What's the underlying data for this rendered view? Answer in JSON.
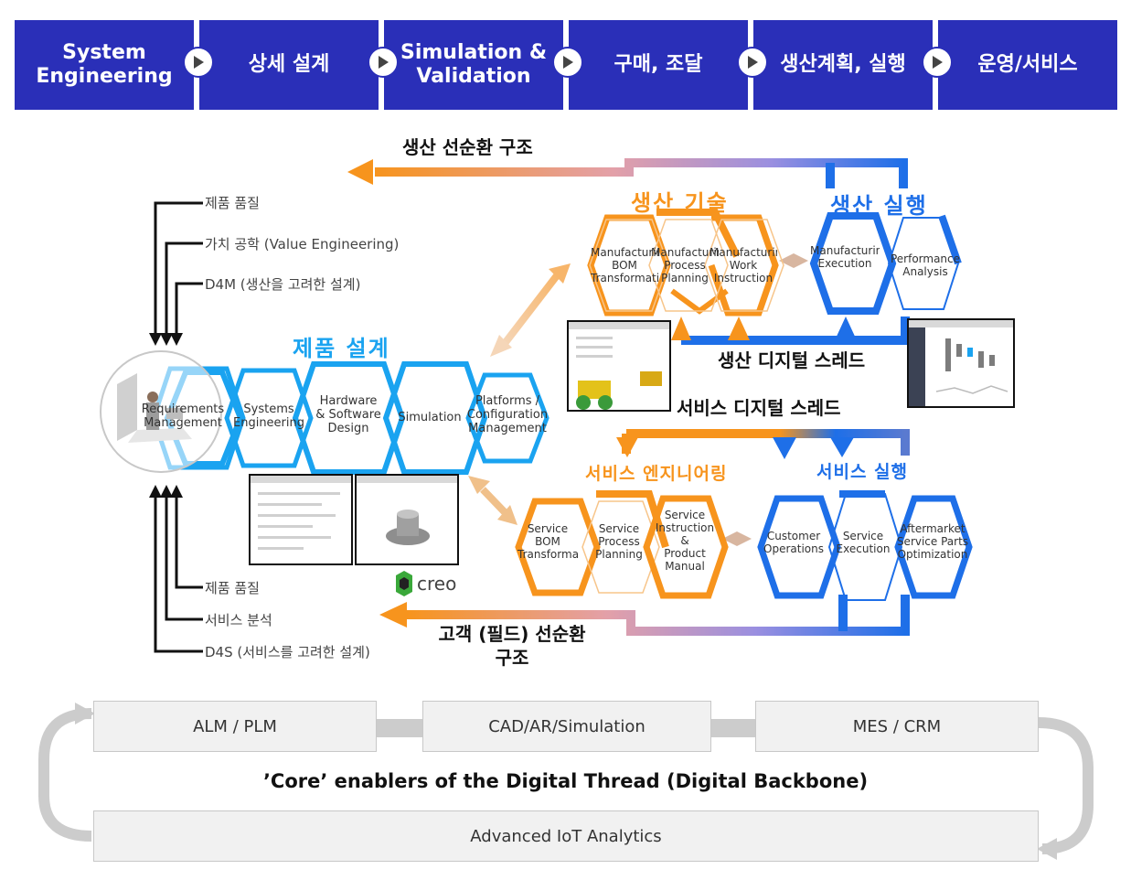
{
  "phases": [
    {
      "label": "System\nEngineering"
    },
    {
      "label": "상세 설계"
    },
    {
      "label": "Simulation &\nValidation"
    },
    {
      "label": "구매, 조달"
    },
    {
      "label": "생산계획, 실행"
    },
    {
      "label": "운영/서비스"
    }
  ],
  "loops": {
    "production_loop": "생산 선순환 구조",
    "customer_loop": "고객 (필드) 선순환\n구조"
  },
  "design_inputs": {
    "top": [
      "제품 품질",
      "가치 공학 (Value Engineering)",
      "D4M (생산을 고려한 설계)"
    ],
    "bottom": [
      "제품 품질",
      "서비스 분석",
      "D4S (서비스를 고려한 설계)"
    ]
  },
  "product_design": {
    "title": "제품 설계",
    "hexes": [
      "Requirements\nManagement",
      "Systems\nEngineering",
      "Hardware\n& Software\nDesign",
      "Simulation",
      "Platforms /\nConfiguration\nManagement"
    ]
  },
  "production_tech": {
    "title": "생산 기술",
    "hexes": [
      "Manufacturing\nBOM\nTransformation",
      "Manufacturing\nProcess\nPlanning",
      "Manufacturing\nWork\nInstruction"
    ]
  },
  "production_exec": {
    "title": "생산 실행",
    "hexes": [
      "Manufacturing\nExecution",
      "Performance\nAnalysis"
    ]
  },
  "service_eng": {
    "title": "서비스 엔지니어링",
    "hexes": [
      "Service\nBOM\nTransformation",
      "Service\nProcess\nPlanning",
      "Service\nInstruction\n&\nProduct\nManual"
    ]
  },
  "service_exec": {
    "title": "서비스 실행",
    "hexes": [
      "Customer\nOperations",
      "Service\nExecution",
      "Aftermarket\nService Parts\nOptimization"
    ]
  },
  "threads": {
    "production": "생산 디지털 스레드",
    "service": "서비스 디지털 스레드"
  },
  "logo": "creo",
  "backbone": {
    "boxes": [
      "ALM / PLM",
      "CAD/AR/Simulation",
      "MES / CRM"
    ],
    "caption": "’Core’ enablers of the Digital Thread (Digital Backbone)",
    "bottom_box": "Advanced IoT Analytics"
  },
  "colors": {
    "phase_bg": "#2a2fb8",
    "orange": "#f7941d",
    "blue": "#1e6fe8",
    "cyan": "#1aa3f0",
    "gray": "#cccccc"
  }
}
